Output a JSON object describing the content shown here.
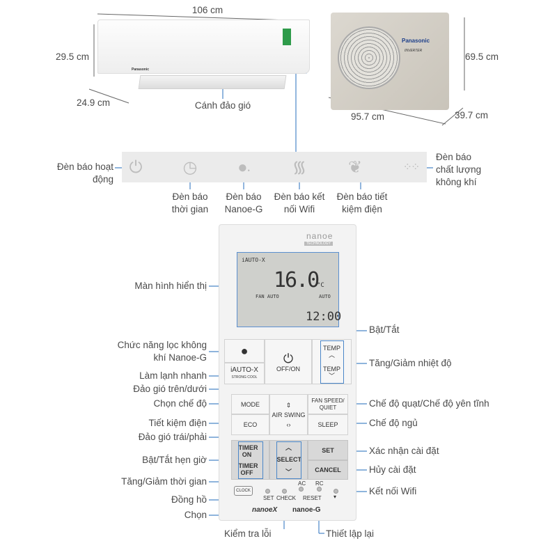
{
  "dimensions": {
    "indoor_width": "106 cm",
    "indoor_height": "29.5 cm",
    "indoor_depth": "24.9 cm",
    "outdoor_width": "95.7 cm",
    "outdoor_height": "69.5 cm",
    "outdoor_depth": "39.7 cm"
  },
  "indoor": {
    "louver_label": "Cánh đảo gió",
    "brand": "Panasonic"
  },
  "outdoor": {
    "brand": "Panasonic",
    "badge": "INVERTER"
  },
  "indicators": {
    "power": "Đèn báo hoạt động",
    "timer": "Đèn báo thời gian",
    "nanoe": "Đèn báo Nanoe-G",
    "wifi": "Đèn báo kết nối Wifi",
    "eco": "Đèn báo tiết kiệm điện",
    "air_quality": "Đèn báo chất lượng không khí"
  },
  "remote": {
    "logo": "nanoe",
    "logo_sub": "TECHNOLOGY",
    "lcd": {
      "mode": "iAUTO-X",
      "temp": "16.0",
      "unit": "°C",
      "fan": "FAN AUTO",
      "swing": "AUTO",
      "time": "12:00"
    },
    "buttons": {
      "offon": "OFF/ON",
      "temp": "TEMP",
      "iauto": "iAUTO-X",
      "iauto_sub": "STRONG COOL",
      "mode": "MODE",
      "eco": "ECO",
      "air_swing": "AIR SWING",
      "fan": "FAN SPEED/ QUIET",
      "sleep": "SLEEP",
      "timer_on": "TIMER ON",
      "timer_off": "TIMER OFF",
      "select": "SELECT",
      "set": "SET",
      "cancel": "CANCEL",
      "clock": "CLOCK",
      "set_small": "SET",
      "check": "CHECK",
      "ac": "AC",
      "rc": "RC",
      "reset": "RESET"
    },
    "footer_left": "nanoeX",
    "footer_right": "nanoe-G"
  },
  "callouts_left": {
    "display": "Màn hình hiển thị",
    "nanoe_filter": "Chức năng lọc không khí Nanoe-G",
    "fast_cool": "Làm lạnh nhanh",
    "swing_ud": "Đảo gió trên/dưới",
    "mode": "Chọn chế độ",
    "eco": "Tiết kiệm điện",
    "swing_lr": "Đảo gió trái/phải",
    "timer": "Bật/Tắt hẹn giờ",
    "time_adj": "Tăng/Giảm thời gian",
    "clock": "Đồng hồ",
    "select": "Chọn"
  },
  "callouts_right": {
    "power": "Bật/Tắt",
    "temp": "Tăng/Giảm nhiệt độ",
    "fan": "Chế độ quạt/Chế độ yên tĩnh",
    "sleep": "Chế độ ngủ",
    "set": "Xác nhận cài đặt",
    "cancel": "Hủy cài đặt",
    "wifi": "Kết nối Wifi"
  },
  "callouts_bottom": {
    "check": "Kiểm tra lỗi",
    "reset": "Thiết lập lại"
  },
  "colors": {
    "leader": "#4a86c8",
    "text": "#4a4a4a"
  }
}
